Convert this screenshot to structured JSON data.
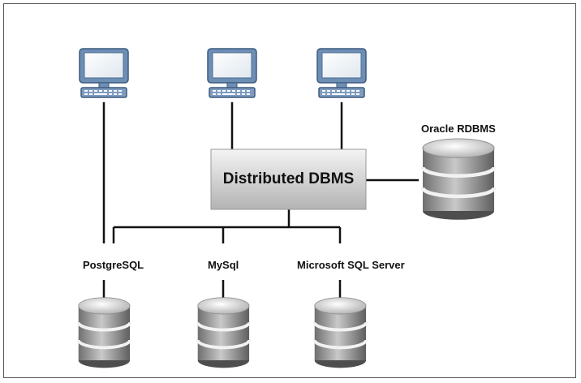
{
  "diagram": {
    "central_node": "Distributed DBMS",
    "databases": [
      "Oracle RDBMS",
      "PostgreSQL",
      "MySql",
      "Microsoft SQL Server"
    ]
  },
  "icons": {
    "client": "computer-icon",
    "database": "database-icon"
  },
  "colors": {
    "box_top": "#f2f2f2",
    "box_bottom": "#b5b5b5",
    "monitor_blue": "#6e8fb5",
    "db_dark": "#7a7a7a",
    "db_light": "#f2f2f2",
    "line": "#111111"
  }
}
